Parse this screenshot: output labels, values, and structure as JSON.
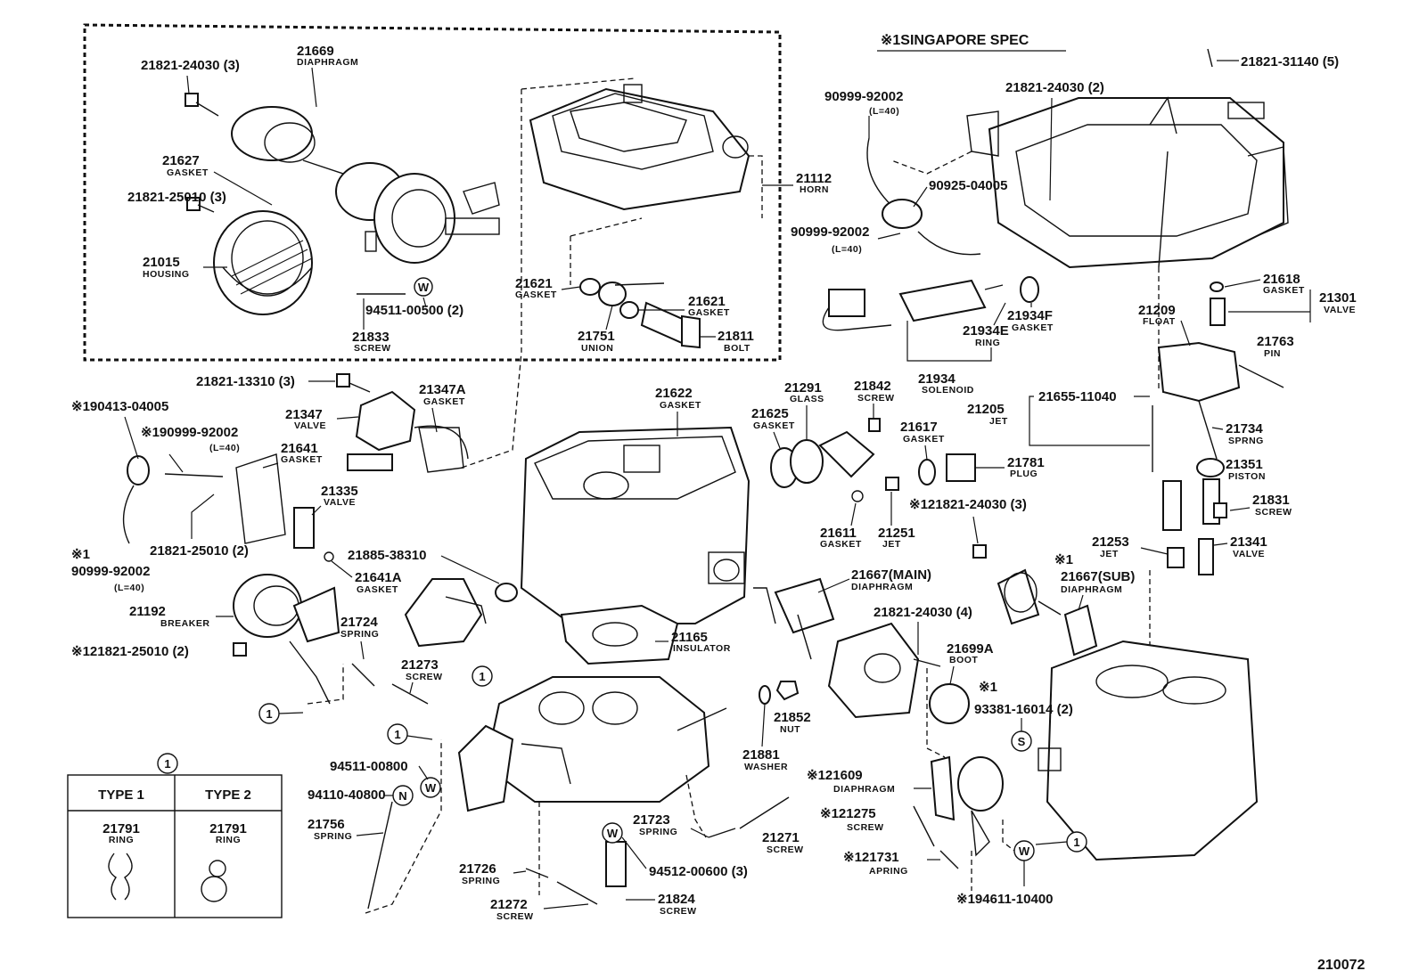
{
  "header": {
    "singapore_spec": "※1SINGAPORE SPEC",
    "drawing_no": "210072"
  },
  "callouts": [
    {
      "id": "p21669",
      "no": "21669",
      "desc": "DIAPHRAGM"
    },
    {
      "id": "p21821_24030_3a",
      "no": "21821-24030 (3)",
      "desc": ""
    },
    {
      "id": "p21627",
      "no": "21627",
      "desc": "GASKET"
    },
    {
      "id": "p21821_25010_3",
      "no": "21821-25010 (3)",
      "desc": ""
    },
    {
      "id": "p21015",
      "no": "21015",
      "desc": "HOUSING"
    },
    {
      "id": "p94511_00500",
      "no": "94511-00500 (2)",
      "desc": ""
    },
    {
      "id": "p21833",
      "no": "21833",
      "desc": "SCREW"
    },
    {
      "id": "p21112",
      "no": "21112",
      "desc": "HORN"
    },
    {
      "id": "p21621a",
      "no": "21621",
      "desc": "GASKET"
    },
    {
      "id": "p21621b",
      "no": "21621",
      "desc": "GASKET"
    },
    {
      "id": "p21751",
      "no": "21751",
      "desc": "UNION"
    },
    {
      "id": "p21811",
      "no": "21811",
      "desc": "BOLT"
    },
    {
      "id": "p90999_92002_a",
      "no": "90999-92002",
      "desc": "(L=40)"
    },
    {
      "id": "p90925_04005",
      "no": "90925-04005",
      "desc": ""
    },
    {
      "id": "p90999_92002_b",
      "no": "90999-92002",
      "desc": "(L=40)"
    },
    {
      "id": "p21821_24030_2",
      "no": "21821-24030 (2)",
      "desc": ""
    },
    {
      "id": "p21821_31140",
      "no": "21821-31140 (5)",
      "desc": ""
    },
    {
      "id": "p21934F",
      "no": "21934F",
      "desc": "GASKET"
    },
    {
      "id": "p21934E",
      "no": "21934E",
      "desc": "RING"
    },
    {
      "id": "p21934",
      "no": "21934",
      "desc": "SOLENOID"
    },
    {
      "id": "p21618",
      "no": "21618",
      "desc": "GASKET"
    },
    {
      "id": "p21301",
      "no": "21301",
      "desc": "VALVE"
    },
    {
      "id": "p21209",
      "no": "21209",
      "desc": "FLOAT"
    },
    {
      "id": "p21763",
      "no": "21763",
      "desc": "PIN"
    },
    {
      "id": "p21821_13310",
      "no": "21821-13310 (3)",
      "desc": ""
    },
    {
      "id": "p21347A",
      "no": "21347A",
      "desc": "GASKET"
    },
    {
      "id": "p21347",
      "no": "21347",
      "desc": "VALVE"
    },
    {
      "id": "p90413_04005",
      "no": "※190413-04005",
      "desc": ""
    },
    {
      "id": "p90999_92002_c",
      "no": "※190999-92002",
      "desc": "(L=40)"
    },
    {
      "id": "p21641",
      "no": "21641",
      "desc": "GASKET"
    },
    {
      "id": "p21335",
      "no": "21335",
      "desc": "VALVE"
    },
    {
      "id": "p21821_25010_2a",
      "no": "21821-25010 (2)",
      "desc": ""
    },
    {
      "id": "p90999_92002_d",
      "no": "90999-92002",
      "desc": "(L=40)"
    },
    {
      "id": "p21622",
      "no": "21622",
      "desc": "GASKET"
    },
    {
      "id": "p21291",
      "no": "21291",
      "desc": "GLASS"
    },
    {
      "id": "p21842",
      "no": "21842",
      "desc": "SCREW"
    },
    {
      "id": "p21625",
      "no": "21625",
      "desc": "GASKET"
    },
    {
      "id": "p21617",
      "no": "21617",
      "desc": "GASKET"
    },
    {
      "id": "p21781",
      "no": "21781",
      "desc": "PLUG"
    },
    {
      "id": "p21655_11040",
      "no": "21655-11040",
      "desc": ""
    },
    {
      "id": "p21205",
      "no": "21205",
      "desc": "JET"
    },
    {
      "id": "p21734",
      "no": "21734",
      "desc": "SPRNG"
    },
    {
      "id": "p21351",
      "no": "21351",
      "desc": "PISTON"
    },
    {
      "id": "p21831",
      "no": "21831",
      "desc": "SCREW"
    },
    {
      "id": "p21611",
      "no": "21611",
      "desc": "GASKET"
    },
    {
      "id": "p21251",
      "no": "21251",
      "desc": "JET"
    },
    {
      "id": "p21821_24030_3b",
      "no": "※121821-24030 (3)",
      "desc": ""
    },
    {
      "id": "p21253",
      "no": "21253",
      "desc": "JET"
    },
    {
      "id": "p21341",
      "no": "21341",
      "desc": "VALVE"
    },
    {
      "id": "p21885_38310",
      "no": "21885-38310",
      "desc": ""
    },
    {
      "id": "p21641A",
      "no": "21641A",
      "desc": "GASKET"
    },
    {
      "id": "p21667_main",
      "no": "21667(MAIN)",
      "desc": "DIAPHRAGM"
    },
    {
      "id": "p21667_sub",
      "no": "21667(SUB)",
      "desc": "DIAPHRAGM"
    },
    {
      "id": "p21192",
      "no": "21192",
      "desc": "BREAKER"
    },
    {
      "id": "p21724",
      "no": "21724",
      "desc": "SPRING"
    },
    {
      "id": "p21273",
      "no": "21273",
      "desc": "SCREW"
    },
    {
      "id": "p21165",
      "no": "21165",
      "desc": "INSULATOR"
    },
    {
      "id": "p21821_25010_2b",
      "no": "※121821-25010 (2)",
      "desc": ""
    },
    {
      "id": "p21821_24030_4",
      "no": "21821-24030 (4)",
      "desc": ""
    },
    {
      "id": "p21699A",
      "no": "21699A",
      "desc": "BOOT"
    },
    {
      "id": "p93381_16014",
      "no": "93381-16014 (2)",
      "desc": ""
    },
    {
      "id": "p21852",
      "no": "21852",
      "desc": "NUT"
    },
    {
      "id": "p21881",
      "no": "21881",
      "desc": "WASHER"
    },
    {
      "id": "p21609",
      "no": "※121609",
      "desc": "DIAPHRAGM"
    },
    {
      "id": "p21275",
      "no": "※121275",
      "desc": "SCREW"
    },
    {
      "id": "p21731",
      "no": "※121731",
      "desc": "APRING"
    },
    {
      "id": "p94611_10400",
      "no": "※194611-10400",
      "desc": ""
    },
    {
      "id": "p94511_00800",
      "no": "94511-00800",
      "desc": ""
    },
    {
      "id": "p94110_40800",
      "no": "94110-40800",
      "desc": ""
    },
    {
      "id": "p21756",
      "no": "21756",
      "desc": "SPRING"
    },
    {
      "id": "p21723",
      "no": "21723",
      "desc": "SPRING"
    },
    {
      "id": "p21271",
      "no": "21271",
      "desc": "SCREW"
    },
    {
      "id": "p94512_00600",
      "no": "94512-00600 (3)",
      "desc": ""
    },
    {
      "id": "p21726",
      "no": "21726",
      "desc": "SPRING"
    },
    {
      "id": "p21272",
      "no": "21272",
      "desc": "SCREW"
    },
    {
      "id": "p21824",
      "no": "21824",
      "desc": "SCREW"
    }
  ],
  "markers": {
    "one": "1",
    "w": "W",
    "n": "N",
    "s": "S",
    "star1": "※1"
  },
  "type_table": {
    "ref": "1",
    "col1_header": "TYPE 1",
    "col2_header": "TYPE 2",
    "col1_part": "21791",
    "col1_desc": "RING",
    "col2_part": "21791",
    "col2_desc": "RING"
  }
}
